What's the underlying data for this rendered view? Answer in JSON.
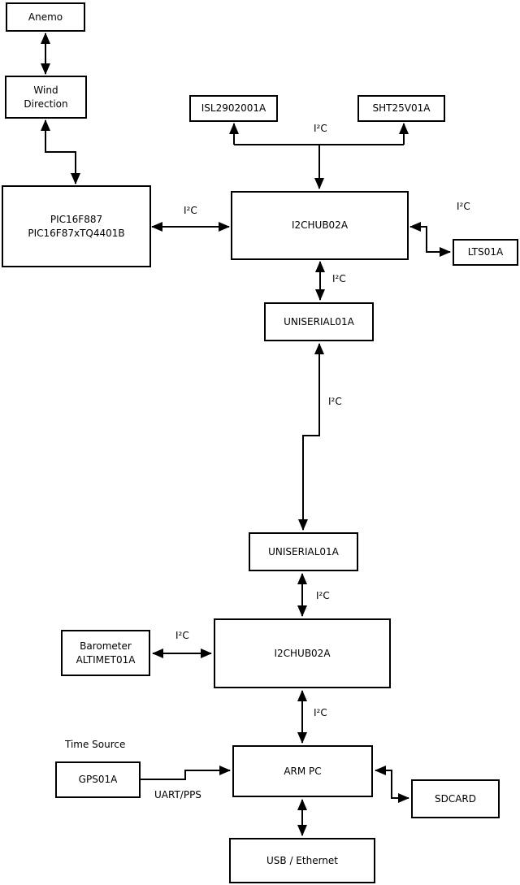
{
  "diagram": {
    "colors": {
      "background": "#ffffff",
      "line": "#000000",
      "box_fill": "#ffffff"
    },
    "nodes": {
      "anemo": {
        "label": "Anemo"
      },
      "wind_direction": {
        "line1": "Wind",
        "line2": "Direction"
      },
      "pic": {
        "line1": "PIC16F887",
        "line2": "PIC16F87xTQ4401B"
      },
      "isl": {
        "label": "ISL2902001A"
      },
      "sht": {
        "label": "SHT25V01A"
      },
      "hub_top": {
        "label": "I2CHUB02A"
      },
      "lts": {
        "label": "LTS01A"
      },
      "uniserial_top": {
        "label": "UNISERIAL01A"
      },
      "uniserial_bottom": {
        "label": "UNISERIAL01A"
      },
      "hub_bottom": {
        "label": "I2CHUB02A"
      },
      "barometer": {
        "line1": "Barometer",
        "line2": "ALTIMET01A"
      },
      "gps": {
        "label": "GPS01A"
      },
      "arm_pc": {
        "label": "ARM PC"
      },
      "sdcard": {
        "label": "SDCARD"
      },
      "usb_ethernet": {
        "label": "USB / Ethernet"
      }
    },
    "labels": {
      "i2c": "I²C",
      "uart_pps": "UART/PPS",
      "time_source": "Time Source"
    },
    "edges": [
      {
        "from": "anemo",
        "to": "wind_direction",
        "label": "",
        "bidirectional": true
      },
      {
        "from": "wind_direction",
        "to": "pic",
        "label": "",
        "bidirectional": true
      },
      {
        "from": "pic",
        "to": "hub_top",
        "label": "I²C",
        "bidirectional": true
      },
      {
        "from": "hub_top",
        "to": "isl",
        "label": "I²C",
        "bidirectional": false
      },
      {
        "from": "hub_top",
        "to": "sht",
        "label": "I²C",
        "bidirectional": false
      },
      {
        "from": "hub_top",
        "to": "lts",
        "label": "I²C",
        "bidirectional": true
      },
      {
        "from": "hub_top",
        "to": "uniserial_top",
        "label": "I²C",
        "bidirectional": true
      },
      {
        "from": "uniserial_top",
        "to": "uniserial_bottom",
        "label": "I²C",
        "bidirectional": true
      },
      {
        "from": "uniserial_bottom",
        "to": "hub_bottom",
        "label": "I²C",
        "bidirectional": true
      },
      {
        "from": "barometer",
        "to": "hub_bottom",
        "label": "I²C",
        "bidirectional": true
      },
      {
        "from": "hub_bottom",
        "to": "arm_pc",
        "label": "I²C",
        "bidirectional": true
      },
      {
        "from": "gps",
        "to": "arm_pc",
        "label": "UART/PPS",
        "bidirectional": false
      },
      {
        "from": "arm_pc",
        "to": "sdcard",
        "label": "",
        "bidirectional": true
      },
      {
        "from": "arm_pc",
        "to": "usb_ethernet",
        "label": "",
        "bidirectional": true
      }
    ]
  }
}
